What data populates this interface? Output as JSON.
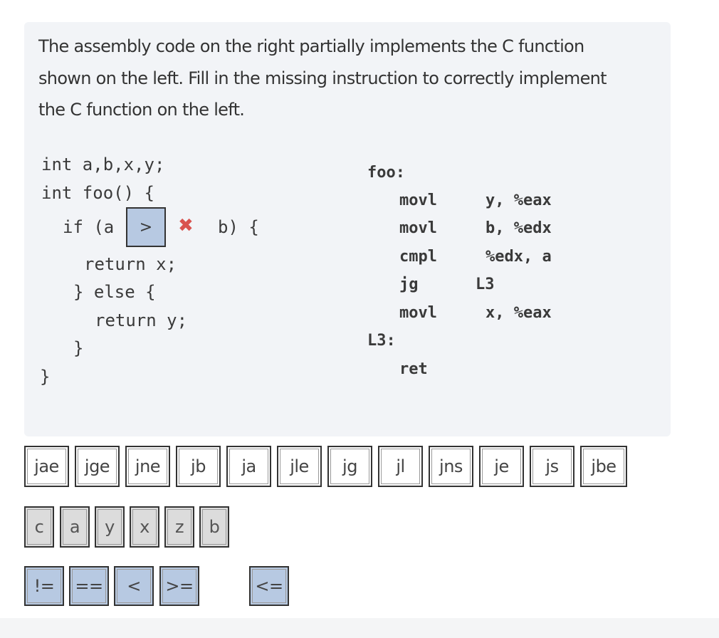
{
  "question": {
    "prompt": "The assembly code on the right partially implements the C function shown on the left. Fill in the missing instruction to correctly implement the C function on the left."
  },
  "c_code": {
    "line1": "int a,b,x,y;",
    "line2": "int foo() {",
    "if_prefix": "if (a",
    "if_suffix": "b) {",
    "return_x": "return x;",
    "else_line": "} else {",
    "return_y": "return y;",
    "close_inner": "}",
    "close_outer": "}"
  },
  "drop_slot": {
    "value": ">",
    "status": "incorrect",
    "mark": "✖"
  },
  "asm_code": {
    "label_foo": "foo:",
    "rows": [
      {
        "op": "movl",
        "args": "y, %eax"
      },
      {
        "op": "movl",
        "args": "b, %edx"
      },
      {
        "op": "cmpl",
        "args": "%edx, a"
      },
      {
        "op": "jg",
        "args": "L3"
      },
      {
        "op": "movl",
        "args": "x, %eax"
      }
    ],
    "label_l3": "L3:",
    "ret": "ret"
  },
  "jump_tiles": [
    "jae",
    "jge",
    "jne",
    "jb",
    "ja",
    "jle",
    "jg",
    "jl",
    "jns",
    "je",
    "js",
    "jbe"
  ],
  "variable_tiles": [
    "c",
    "a",
    "y",
    "x",
    "z",
    "b"
  ],
  "operator_tiles": [
    "!=",
    "==",
    "<",
    ">=",
    "<="
  ]
}
